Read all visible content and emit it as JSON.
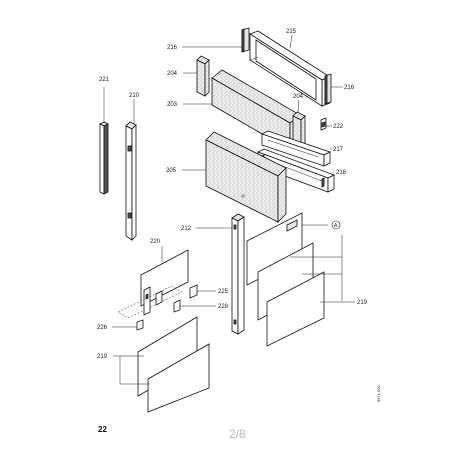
{
  "diagram": {
    "labels": {
      "p216a": "216",
      "p215": "215",
      "p204a": "204",
      "p203": "203",
      "p216b": "216",
      "p204b": "204",
      "p222": "222",
      "p217": "217",
      "p218": "218",
      "p205": "205",
      "p221": "221",
      "p210": "210",
      "p212": "212",
      "pA": "A",
      "p220": "220",
      "p225": "225",
      "p228": "228",
      "p226": "226",
      "p219a": "219",
      "p219b": "219"
    },
    "code": "9971 000"
  },
  "footer": {
    "page_number": "22",
    "page_fraction": "2/8"
  }
}
